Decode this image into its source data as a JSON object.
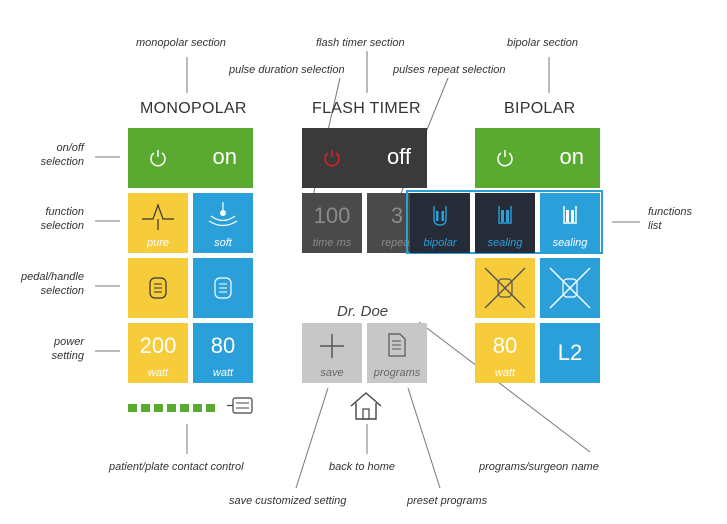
{
  "annotations": {
    "monopolar_section": "monopolar section",
    "flash_timer_section": "flash timer section",
    "bipolar_section": "bipolar section",
    "pulse_duration_selection": "pulse duration selection",
    "pulses_repeat_selection": "pulses repeat selection",
    "onoff_selection_1": "on/off",
    "onoff_selection_2": "selection",
    "function_selection_1": "function",
    "function_selection_2": "selection",
    "pedal_handle_selection_1": "pedal/handle",
    "pedal_handle_selection_2": "selection",
    "power_setting_1": "power",
    "power_setting_2": "setting",
    "functions_list_1": "functions",
    "functions_list_2": "list",
    "patient_plate_contact_control": "patient/plate contact control",
    "back_to_home": "back to home",
    "programs_surgeon_name": "programs/surgeon name",
    "save_customized_setting": "save customized setting",
    "preset_programs": "preset programs"
  },
  "sections": {
    "monopolar": "MONOPOLAR",
    "flash_timer": "FLASH TIMER",
    "bipolar": "BIPOLAR"
  },
  "monopolar": {
    "on_label": "on",
    "func_pure": "pure",
    "func_soft": "soft",
    "power_cut_value": "200",
    "power_cut_unit": "watt",
    "power_coag_value": "80",
    "power_coag_unit": "watt"
  },
  "flash_timer": {
    "off_label": "off",
    "time_value": "100",
    "time_unit": "time ms",
    "repeat_value": "3",
    "repeat_unit": "repeat",
    "surgeon_name": "Dr. Doe",
    "save_label": "save",
    "programs_label": "programs"
  },
  "bipolar": {
    "on_label": "on",
    "functions": [
      "bipolar",
      "sealing",
      "sealing"
    ],
    "power_value": "80",
    "power_unit": "watt",
    "level_value": "L2"
  },
  "colors": {
    "green": "#5aa930",
    "dark": "#3a3a3a",
    "yellow": "#f6cc3a",
    "blue": "#2a9fd9",
    "gray": "#c7c7c7",
    "power_off_red": "#e02020"
  },
  "icons": [
    "power-icon",
    "cut-pure-icon",
    "coag-soft-icon",
    "pedal-icon",
    "bipolar-forceps-icon",
    "sealing-forceps-icon",
    "disabled-crossed-icon",
    "plus-icon",
    "document-icon",
    "home-icon",
    "plate-connector-icon"
  ]
}
